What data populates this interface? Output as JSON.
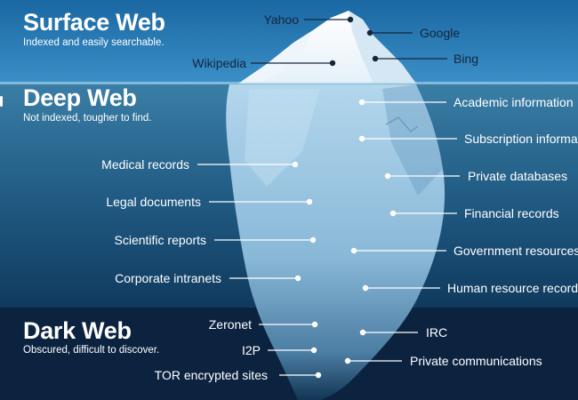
{
  "sections": {
    "surface": {
      "title": "Surface Web",
      "subtitle": "Indexed and easily searchable."
    },
    "deep": {
      "title": "Deep Web",
      "subtitle": "Not indexed, tougher to find."
    },
    "dark": {
      "title": "Dark Web",
      "subtitle": "Obscured, difficult to discover."
    }
  },
  "labels": {
    "surface": {
      "yahoo": "Yahoo",
      "google": "Google",
      "wikipedia": "Wikipedia",
      "bing": "Bing"
    },
    "deep": {
      "academic": "Academic information",
      "subscription": "Subscription information",
      "medical": "Medical records",
      "private_db": "Private databases",
      "legal": "Legal documents",
      "financial": "Financial records",
      "scientific": "Scientific reports",
      "government": "Government resources",
      "intranets": "Corporate intranets",
      "hr": "Human resource records"
    },
    "dark": {
      "zeronet": "Zeronet",
      "irc": "IRC",
      "i2p": "I2P",
      "private_comm": "Private communications",
      "tor": "TOR encrypted sites"
    }
  },
  "colors": {
    "sky_top": "#1a6da8",
    "sky_bottom": "#3a8ec6",
    "deep_top": "#2f6f96",
    "deep_bottom": "#0f3d63",
    "dark": "#0c2340",
    "ice_tip": "#f4f9fd",
    "ice_body": "#a9cfe8",
    "text_dark": "#15263c"
  }
}
